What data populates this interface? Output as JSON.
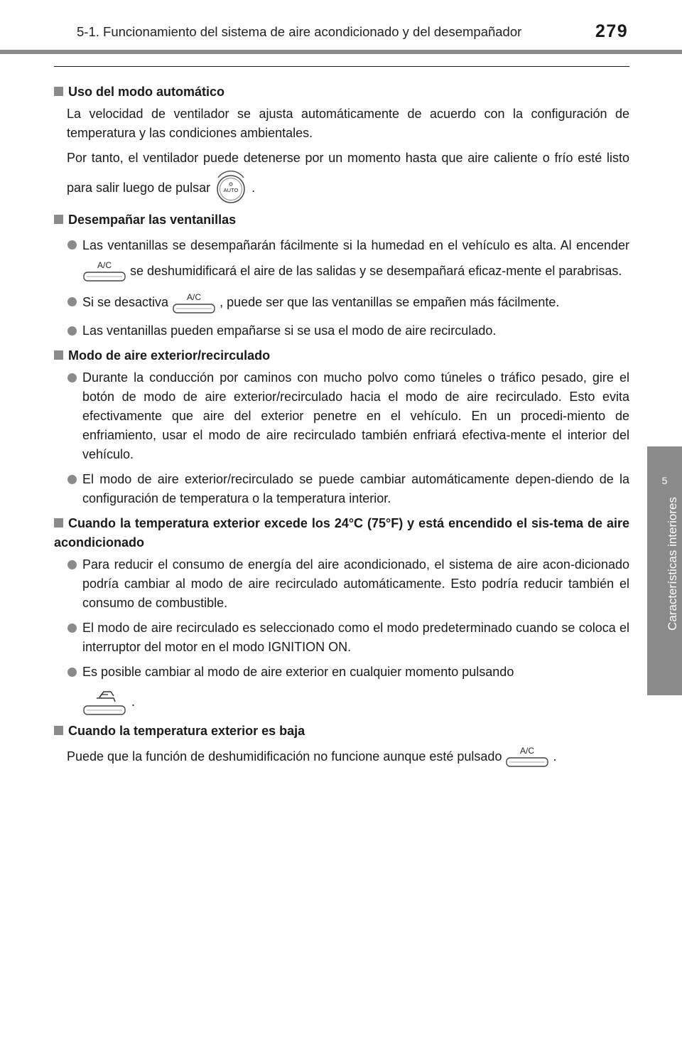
{
  "header": {
    "title": "5-1. Funcionamiento del sistema de aire acondicionado y del desempañador",
    "page_number": "279"
  },
  "side_tab": {
    "number": "5",
    "label": "Características interiores"
  },
  "buttons": {
    "auto_label": "AUTO",
    "ac_label": "A/C"
  },
  "sections": {
    "auto": {
      "heading": "Uso del modo automático",
      "p1": "La velocidad de ventilador se ajusta automáticamente de acuerdo con la configuración de temperatura y las condiciones ambientales.",
      "p2a": "Por tanto, el ventilador puede detenerse por un momento hasta que aire caliente o frío esté listo para salir luego de pulsar",
      "p2b": "."
    },
    "defog": {
      "heading": "Desempañar las ventanillas",
      "b1a": "Las ventanillas se desempañarán fácilmente si la humedad en el vehículo es alta. Al encender",
      "b1b": "se deshumidificará el aire de las salidas y se desempañará eficaz-mente el parabrisas.",
      "b2a": "Si se desactiva",
      "b2b": ", puede ser que las ventanillas se empañen más fácilmente.",
      "b3": "Las ventanillas pueden empañarse si se usa el modo de aire recirculado."
    },
    "outside_air": {
      "heading": "Modo de aire exterior/recirculado",
      "b1": "Durante la conducción por caminos con mucho polvo como túneles o tráfico pesado, gire el botón de modo de aire exterior/recirculado hacia el modo de aire recirculado. Esto evita efectivamente que aire del exterior penetre en el vehículo. En un procedi-miento de enfriamiento, usar el modo de aire recirculado también enfriará efectiva-mente el interior del vehículo.",
      "b2": "El modo de aire exterior/recirculado se puede cambiar automáticamente depen-diendo de la configuración de temperatura o la temperatura interior."
    },
    "hot": {
      "heading": "Cuando la temperatura exterior excede los 24°C (75°F) y está encendido el sis-tema de aire acondicionado",
      "b1": "Para reducir el consumo de energía del aire acondicionado, el sistema de aire acon-dicionado podría cambiar al modo de aire recirculado automáticamente. Esto podría reducir también el consumo de combustible.",
      "b2": "El modo de aire recirculado es seleccionado como el modo predeterminado cuando se coloca el interruptor del motor en el modo IGNITION ON.",
      "b3a": "Es posible cambiar al modo de aire exterior en cualquier momento pulsando",
      "b3b": "."
    },
    "cold": {
      "heading": "Cuando la temperatura exterior es baja",
      "p1a": "Puede que la función de deshumidificación no funcione aunque esté pulsado",
      "p1b": "."
    }
  },
  "icons": [
    "auto-button-icon",
    "ac-button-icon",
    "outside-air-button-icon"
  ]
}
